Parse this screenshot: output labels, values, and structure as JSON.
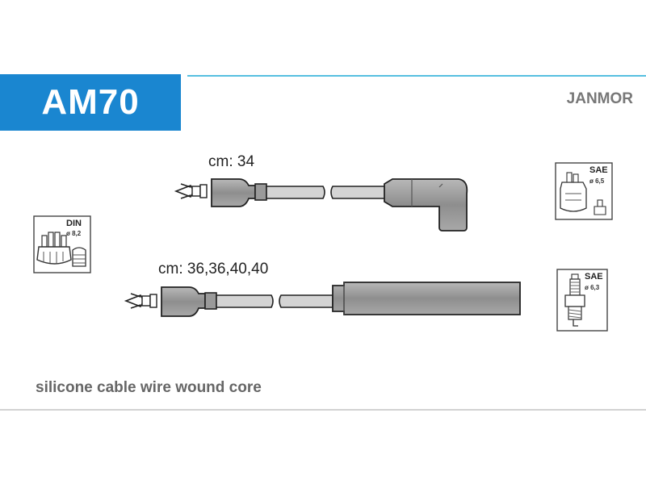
{
  "product": {
    "code": "AM70",
    "brand": "JANMOR"
  },
  "cables": [
    {
      "length_label": "cm: 34"
    },
    {
      "length_label": "cm: 36,36,40,40"
    }
  ],
  "connectors": {
    "distributor": {
      "standard": "DIN",
      "diameter": "ø 8,2"
    },
    "top_right": {
      "standard": "SAE",
      "diameter": "ø 6,5"
    },
    "bottom_right": {
      "standard": "SAE",
      "diameter": "ø 6,3"
    }
  },
  "description": "silicone cable wire wound core",
  "colors": {
    "title_bg": "#1a86d0",
    "accent_line": "#56bfe0",
    "boot_fill": "#9a9a9a",
    "wire_fill": "#d4d4d4"
  }
}
